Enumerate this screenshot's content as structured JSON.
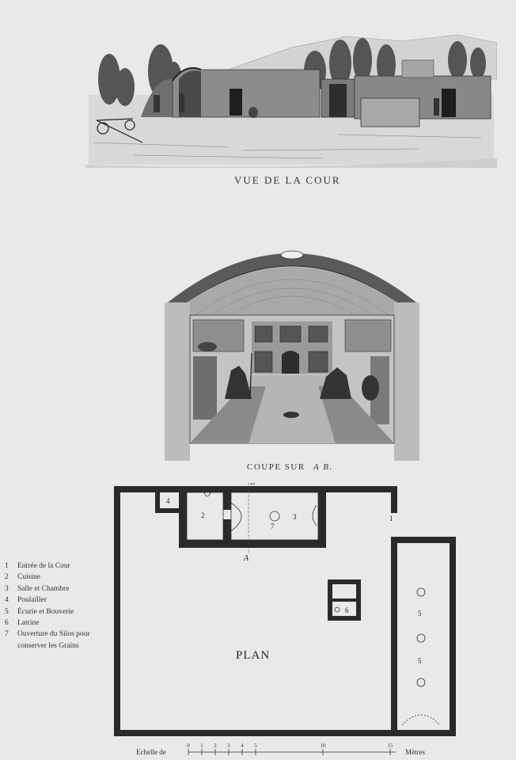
{
  "captions": {
    "court_view": "VUE DE LA COUR",
    "section": "COUPE SUR",
    "section_ab": "A B.",
    "plan": "PLAN"
  },
  "section_line": {
    "a": "A",
    "b": "B"
  },
  "rooms": {
    "r1": "1",
    "r2": "2",
    "r3": "3",
    "r4": "4",
    "r5a": "5",
    "r5b": "5",
    "r6": "6",
    "r7": "7"
  },
  "legend": [
    {
      "num": "1",
      "text": "Entrée de la Cour"
    },
    {
      "num": "2",
      "text": "Cuisine"
    },
    {
      "num": "3",
      "text": "Salle et Chambre"
    },
    {
      "num": "4",
      "text": "Poulailler"
    },
    {
      "num": "5",
      "text": "Écurie et Bouverie"
    },
    {
      "num": "6",
      "text": "Latrine"
    },
    {
      "num": "7",
      "text": "Ouverture du Silos pour"
    },
    {
      "num": "",
      "text": "conserver les Grains"
    }
  ],
  "scale": {
    "label": "Echelle de",
    "unit": "Mètres",
    "ticks": [
      "0",
      "1",
      "2",
      "3",
      "4",
      "5",
      "10",
      "15"
    ]
  }
}
